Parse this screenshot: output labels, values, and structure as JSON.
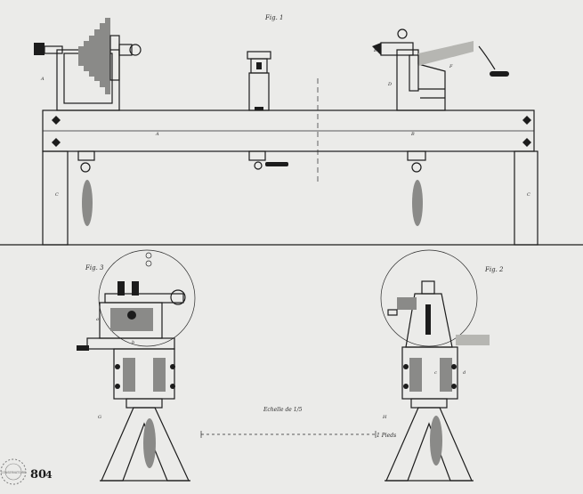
{
  "figures": {
    "fig1": "Fig. 1",
    "fig2": "Fig. 2",
    "fig3": "Fig. 3"
  },
  "scale_caption": "Echelle de 1/5",
  "scale_end_label": "1 Pieds",
  "sheet_number": "80",
  "sheet_number_suffix": "4",
  "stamp_text": "CONSERVATOIRE",
  "part_letters": [
    "A",
    "B",
    "C",
    "D",
    "E",
    "F",
    "G",
    "H",
    "a",
    "b",
    "c",
    "d"
  ],
  "colors": {
    "paper": "#ebebe9",
    "ink": "#1c1c1c",
    "shade": "#8a8a88"
  }
}
